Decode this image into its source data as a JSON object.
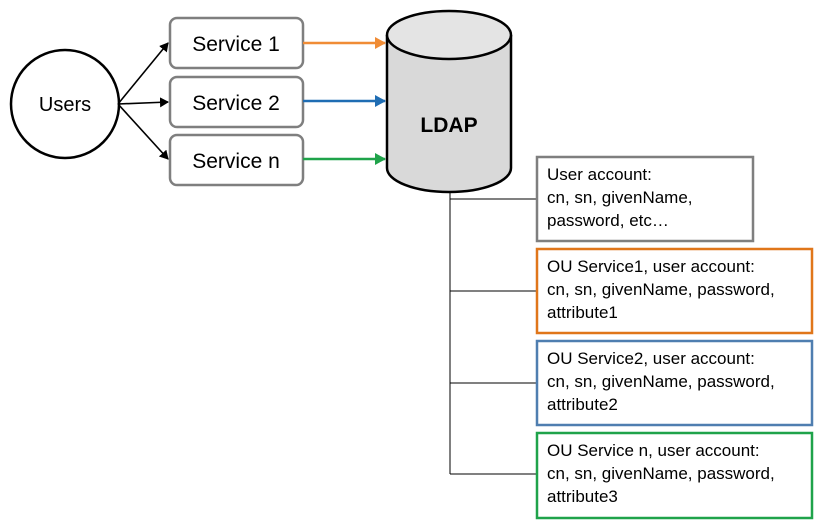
{
  "users": {
    "label": "Users"
  },
  "services": [
    {
      "label": "Service 1",
      "arrow_color": "#f08c35"
    },
    {
      "label": "Service 2",
      "arrow_color": "#1f6db3"
    },
    {
      "label": "Service n",
      "arrow_color": "#1fa34a"
    }
  ],
  "ldap": {
    "label": "LDAP",
    "fill": "#d9d9d9"
  },
  "accounts": [
    {
      "lines": [
        "User account:",
        "cn, sn, givenName,",
        "password, etc…"
      ],
      "border_color": "#7f7f7f"
    },
    {
      "lines": [
        "OU Service1, user account:",
        "cn, sn, givenName, password,",
        "attribute1"
      ],
      "border_color": "#e0761a"
    },
    {
      "lines": [
        "OU Service2, user account:",
        "cn, sn, givenName, password,",
        "attribute2"
      ],
      "border_color": "#4f7eb0"
    },
    {
      "lines": [
        "OU Service n, user account:",
        "cn, sn, givenName, password,",
        "attribute3"
      ],
      "border_color": "#1fa34a"
    }
  ]
}
